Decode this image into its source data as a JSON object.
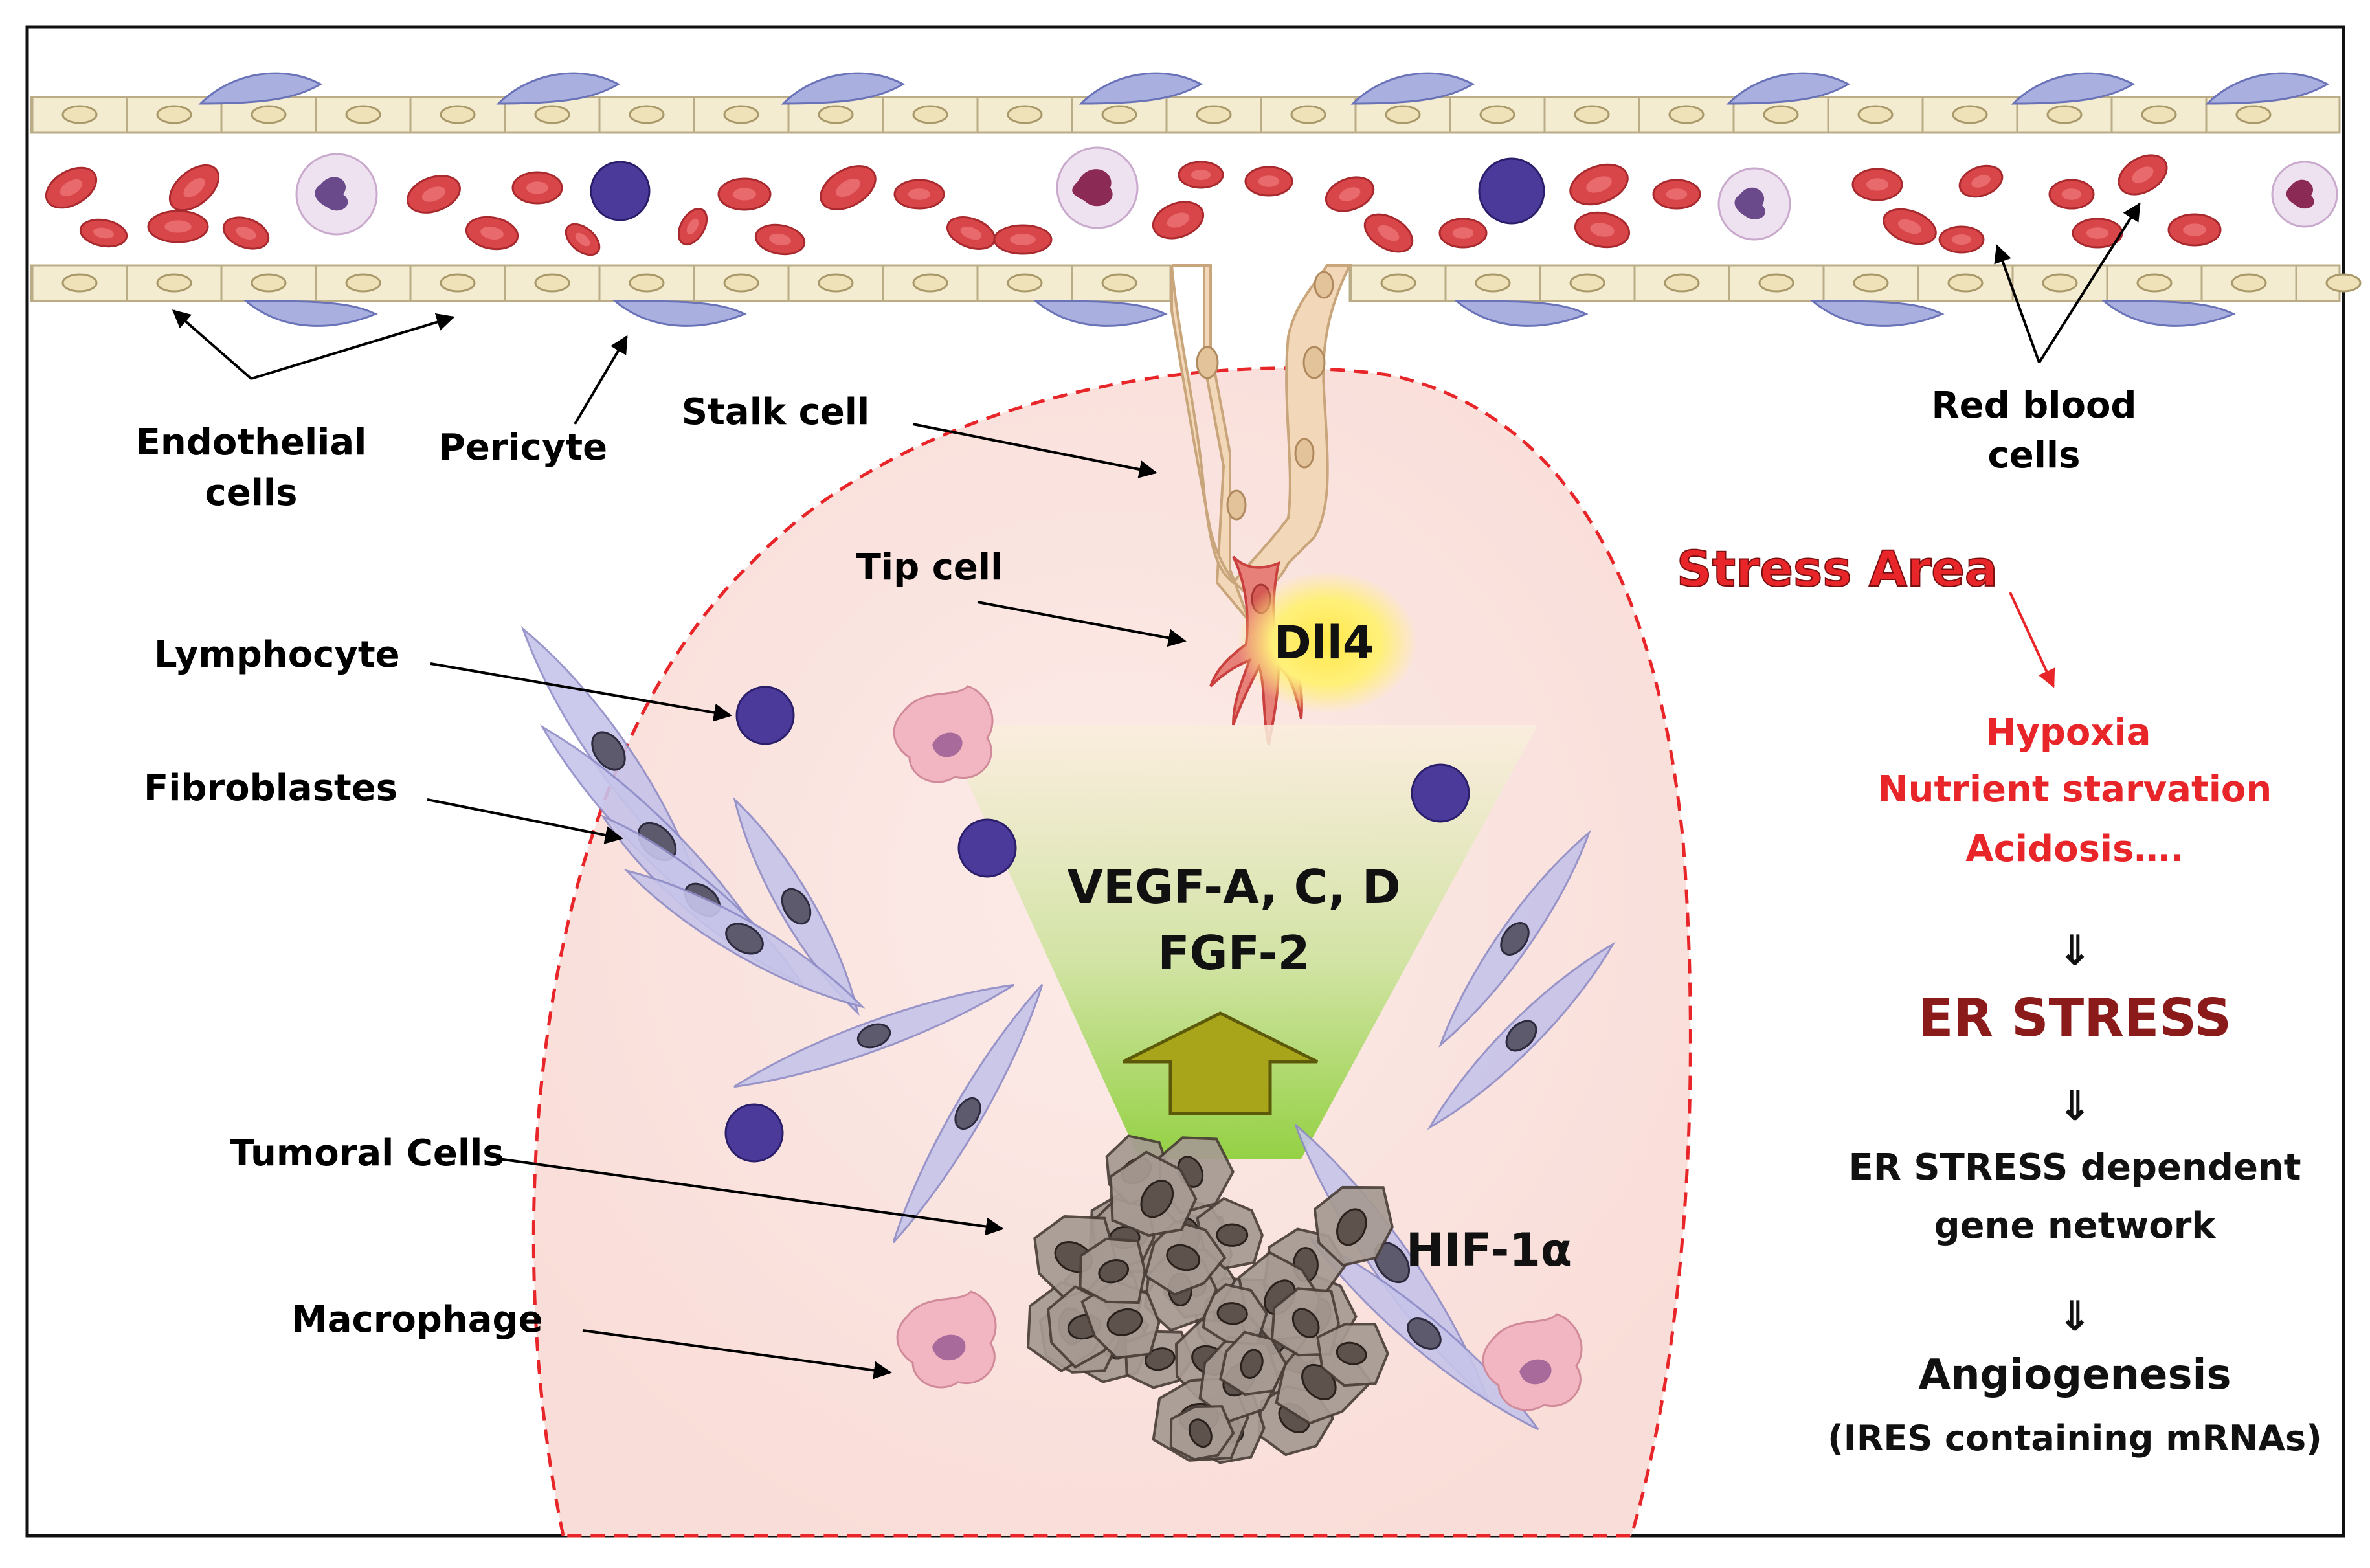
{
  "labels": {
    "endothelial_line1": "Endothelial",
    "endothelial_line2": "cells",
    "pericyte": "Pericyte",
    "stalk_cell": "Stalk cell",
    "tip_cell": "Tip cell",
    "red_blood_line1": "Red blood",
    "red_blood_line2": "cells",
    "lymphocyte": "Lymphocyte",
    "fibroblastes": "Fibroblastes",
    "tumoral_cells": "Tumoral Cells",
    "macrophage": "Macrophage"
  },
  "signals": {
    "dll4": "Dll4",
    "vegf": "VEGF-A, C, D",
    "fgf": "FGF-2",
    "hif": "HIF-1α"
  },
  "stress": {
    "title": "Stress Area",
    "causes": [
      "Hypoxia",
      "Nutrient starvation",
      "Acidosis…."
    ],
    "arrow_glyph": "⇓",
    "er_stress": "ER STRESS",
    "network_line1": "ER STRESS dependent",
    "network_line2": "gene network",
    "angiogenesis": "Angiogenesis",
    "ires": "(IRES containing mRNAs)"
  },
  "colors": {
    "stress_red": "#e8262a",
    "er_dark_red": "#8b1a1a",
    "rbc": "#d9464a",
    "lymphocyte": "#4b3a9a",
    "fibroblast": "#b9b6e0",
    "tumor": "#6e625c",
    "zone_fill": "#fbe6e3"
  }
}
